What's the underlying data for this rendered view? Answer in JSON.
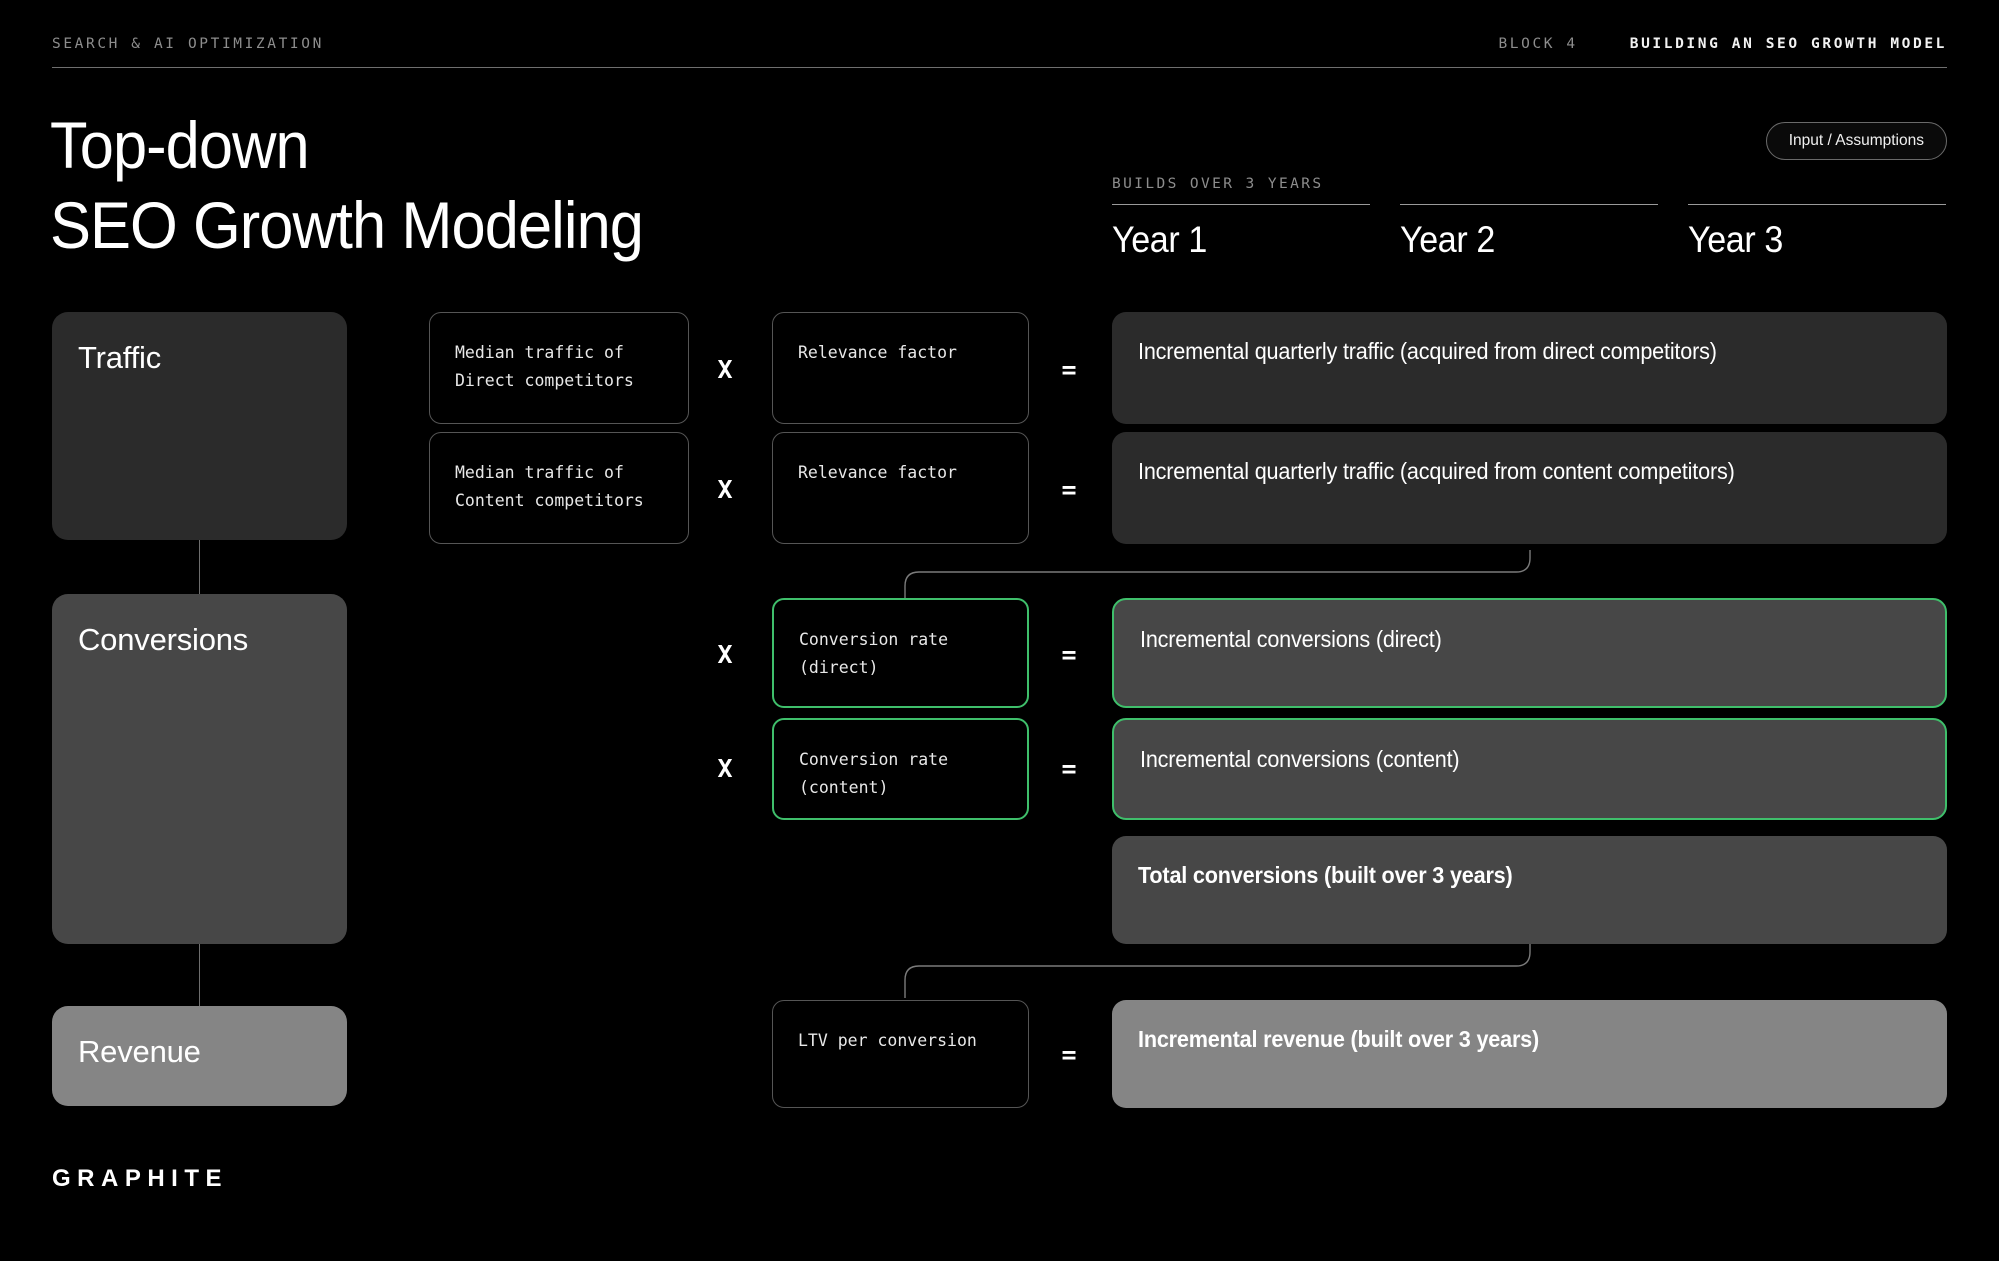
{
  "header": {
    "eyebrow": "SEARCH & AI OPTIMIZATION",
    "block": "BLOCK 4",
    "section_title": "BUILDING AN SEO GROWTH MODEL"
  },
  "title": {
    "line1": "Top-down",
    "line2": "SEO Growth Modeling"
  },
  "pill": {
    "label": "Input / Assumptions"
  },
  "timeline": {
    "caption": "BUILDS OVER 3 YEARS",
    "years": [
      {
        "label": "Year 1"
      },
      {
        "label": "Year 2"
      },
      {
        "label": "Year 3"
      }
    ]
  },
  "stages": [
    {
      "label": "Traffic"
    },
    {
      "label": "Conversions"
    },
    {
      "label": "Revenue"
    }
  ],
  "operators": {
    "times": "X",
    "equals": "="
  },
  "rows": {
    "traffic_direct": {
      "input": "Median traffic of\nDirect competitors",
      "factor": "Relevance factor",
      "result": "Incremental quarterly traffic (acquired from direct competitors)"
    },
    "traffic_content": {
      "input": "Median traffic of\nContent competitors",
      "factor": "Relevance factor",
      "result": "Incremental quarterly traffic (acquired from content competitors)"
    },
    "conversion_direct": {
      "factor": "Conversion rate\n(direct)",
      "result": "Incremental conversions (direct)"
    },
    "conversion_content": {
      "factor": "Conversion rate\n(content)",
      "result": "Incremental conversions (content)"
    },
    "total_conversions": {
      "result": "Total conversions (built over 3 years)"
    },
    "revenue": {
      "factor": "LTV per conversion",
      "result": "Incremental revenue (built over 3 years)"
    }
  },
  "brand": {
    "logo": "GRAPHITE"
  },
  "colors": {
    "background": "#000000",
    "accent_green": "#3fbf6b",
    "stage_traffic": "#2b2b2b",
    "stage_conversions": "#474747",
    "stage_revenue": "#858585",
    "muted_text": "#8d8d8d"
  }
}
